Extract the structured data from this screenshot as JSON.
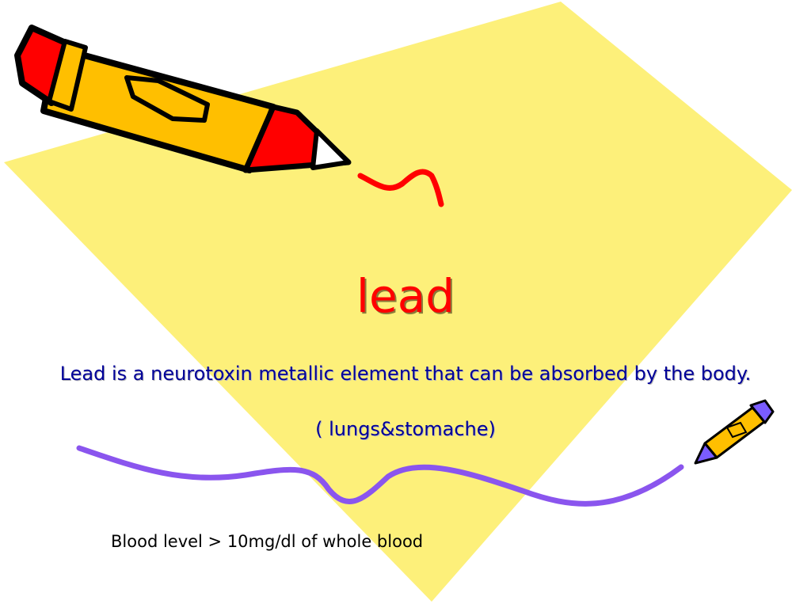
{
  "slide": {
    "title": "lead",
    "body_main": "Lead is a neurotoxin metallic element that can be absorbed by the body.",
    "body_sub": "( lungs&stomache)",
    "footnote": "Blood level > 10mg/dl of whole blood"
  },
  "colors": {
    "background_shape": "#fdf07a",
    "title": "#ff0000",
    "body_text": "#000099",
    "squiggle": "#8a55ee",
    "pencil_body": "#ffbf00",
    "pencil_eraser": "#ff0000",
    "pencil_outline": "#000000",
    "small_pencil_tip": "#7a5cff"
  },
  "icons": [
    "pencil-icon",
    "small-pencil-icon",
    "squiggle-line"
  ]
}
